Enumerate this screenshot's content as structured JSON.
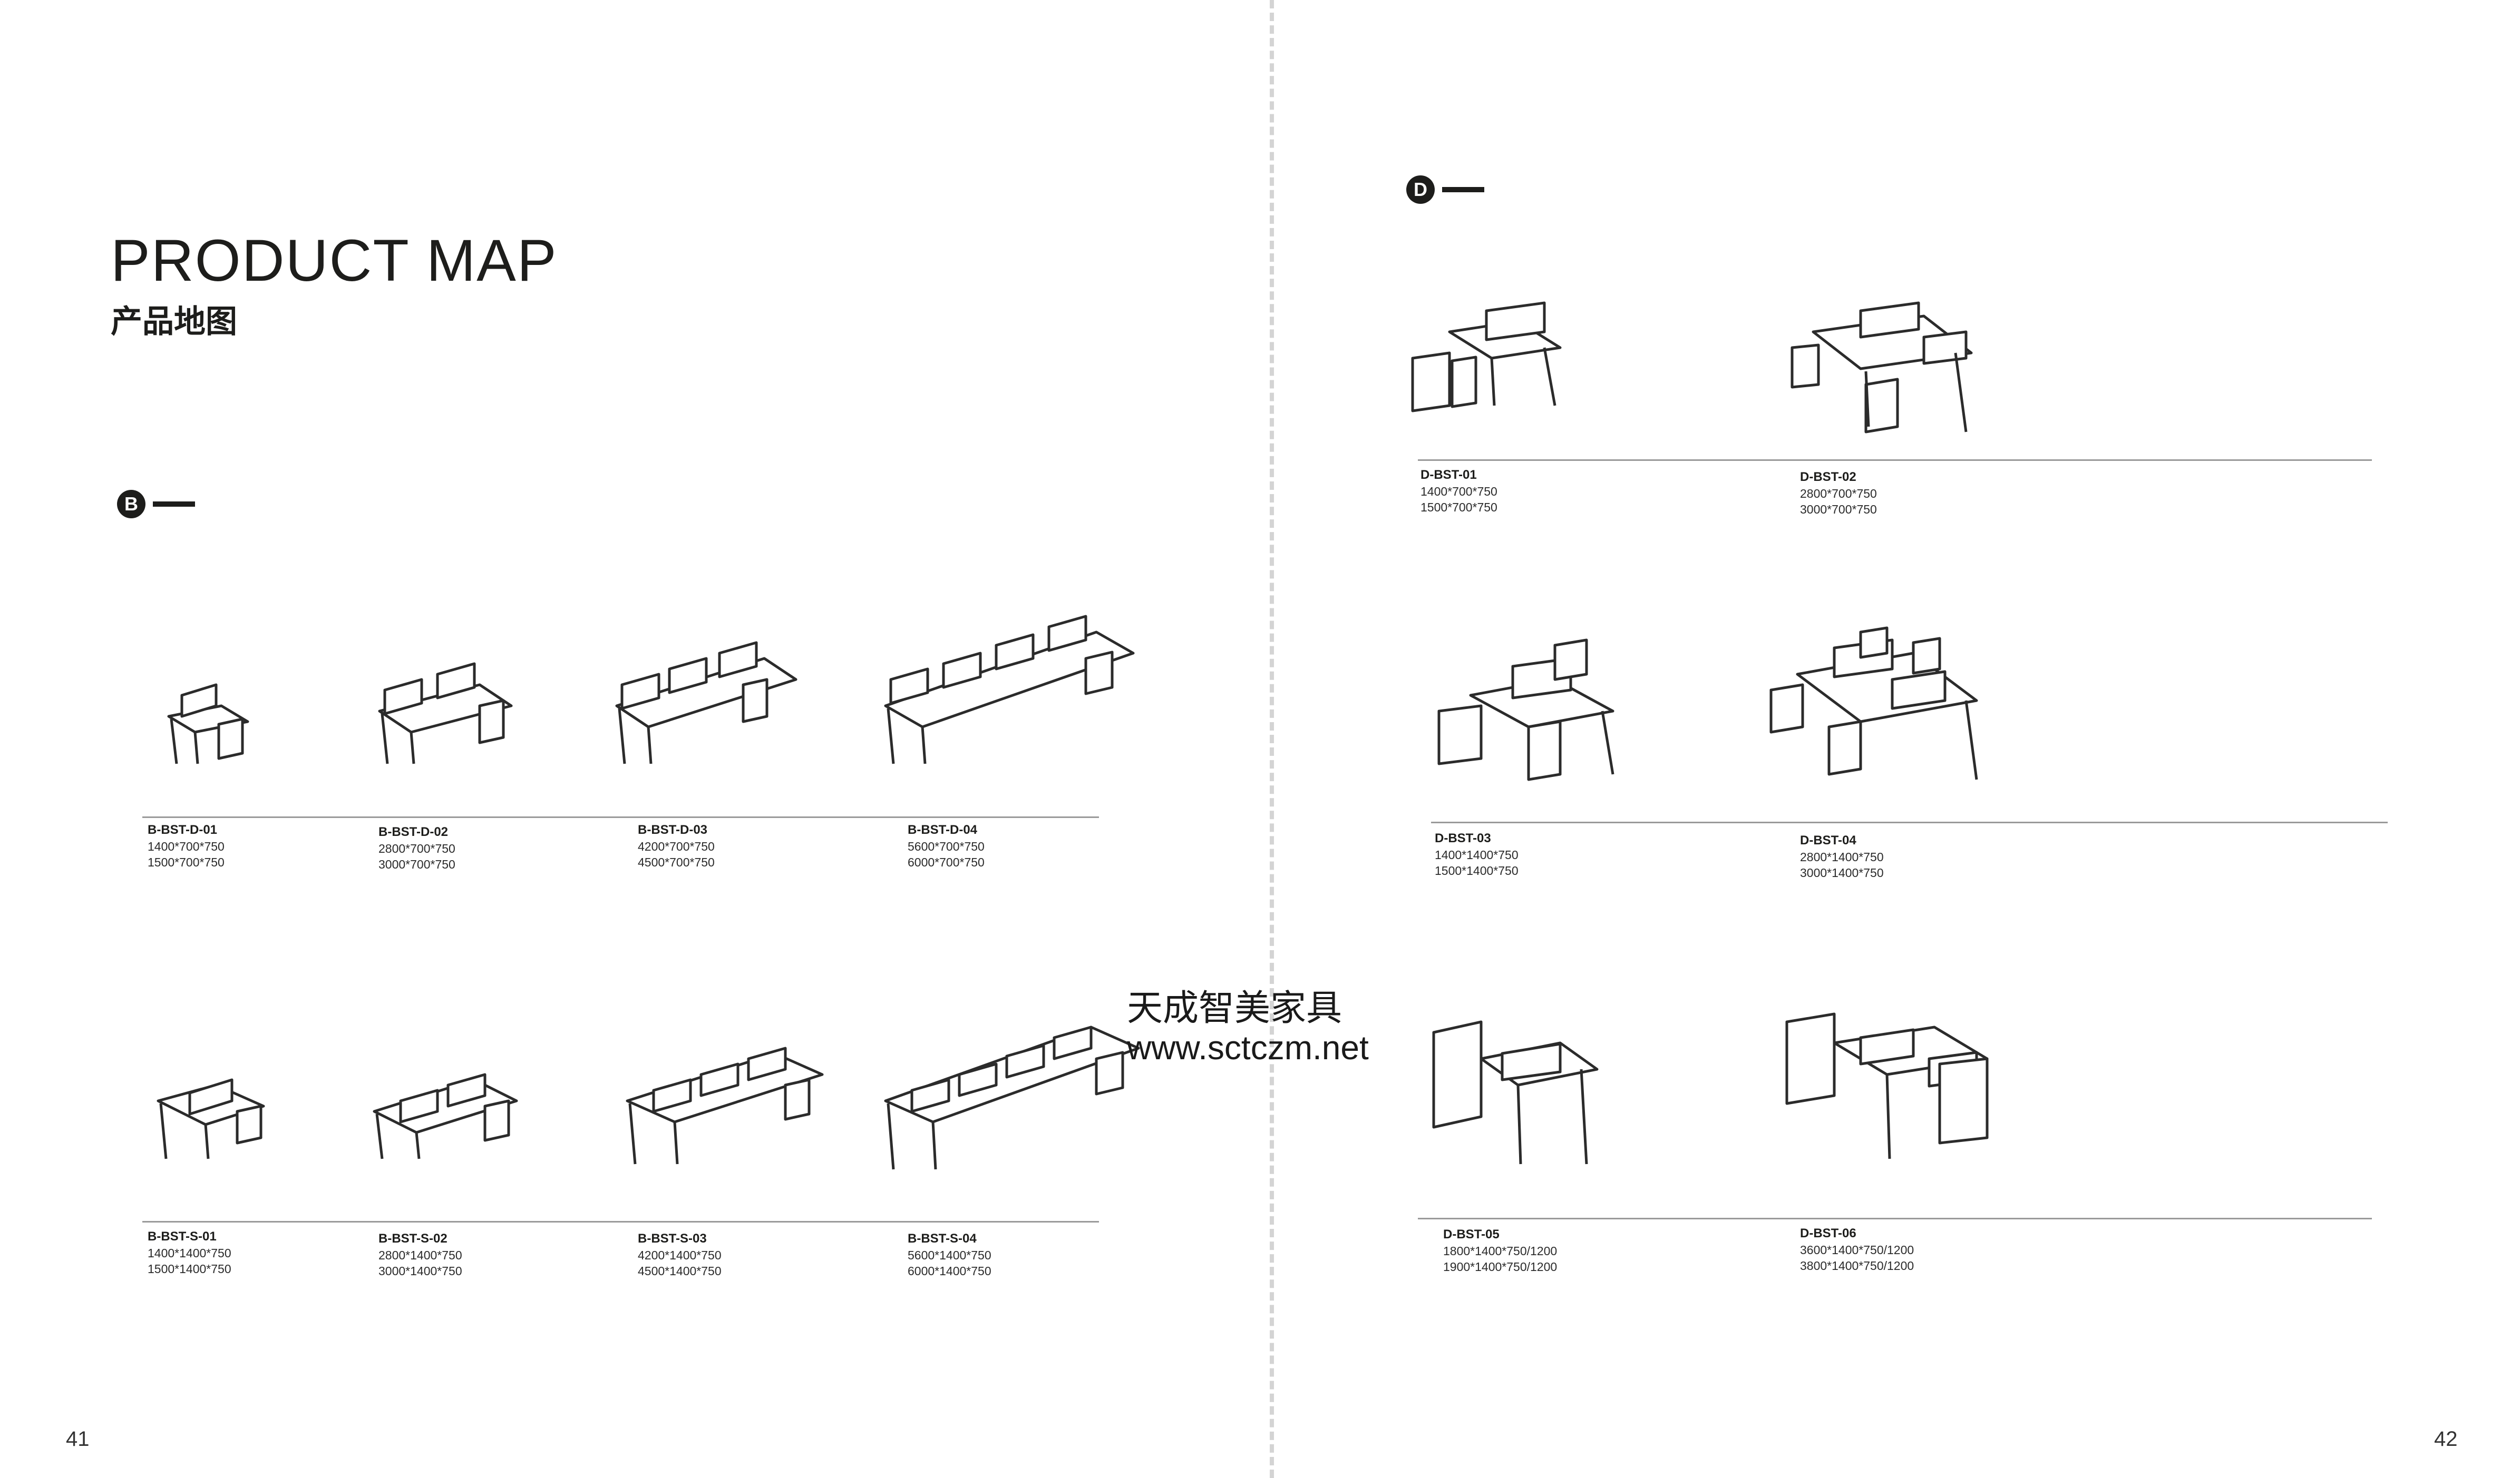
{
  "title_en": "PRODUCT MAP",
  "title_cn": "产品地图",
  "sections": {
    "b_label": "B",
    "d_label": "D"
  },
  "b_products": [
    {
      "code": "B-BST-D-01",
      "dims": [
        "1400*700*750",
        "1500*700*750"
      ]
    },
    {
      "code": "B-BST-D-02",
      "dims": [
        "2800*700*750",
        "3000*700*750"
      ]
    },
    {
      "code": "B-BST-D-03",
      "dims": [
        "4200*700*750",
        "4500*700*750"
      ]
    },
    {
      "code": "B-BST-D-04",
      "dims": [
        "5600*700*750",
        "6000*700*750"
      ]
    },
    {
      "code": "B-BST-S-01",
      "dims": [
        "1400*1400*750",
        "1500*1400*750"
      ]
    },
    {
      "code": "B-BST-S-02",
      "dims": [
        "2800*1400*750",
        "3000*1400*750"
      ]
    },
    {
      "code": "B-BST-S-03",
      "dims": [
        "4200*1400*750",
        "4500*1400*750"
      ]
    },
    {
      "code": "B-BST-S-04",
      "dims": [
        "5600*1400*750",
        "6000*1400*750"
      ]
    }
  ],
  "d_products": [
    {
      "code": "D-BST-01",
      "dims": [
        "1400*700*750",
        "1500*700*750"
      ]
    },
    {
      "code": "D-BST-02",
      "dims": [
        "2800*700*750",
        "3000*700*750"
      ]
    },
    {
      "code": "D-BST-03",
      "dims": [
        "1400*1400*750",
        "1500*1400*750"
      ]
    },
    {
      "code": "D-BST-04",
      "dims": [
        "2800*1400*750",
        "3000*1400*750"
      ]
    },
    {
      "code": "D-BST-05",
      "dims": [
        "1800*1400*750/1200",
        "1900*1400*750/1200"
      ]
    },
    {
      "code": "D-BST-06",
      "dims": [
        "3600*1400*750/1200",
        "3800*1400*750/1200"
      ]
    }
  ],
  "watermark": {
    "cn": "天成智美家具",
    "url": "www.sctczm.net"
  },
  "page_numbers": {
    "left": "41",
    "right": "42"
  }
}
